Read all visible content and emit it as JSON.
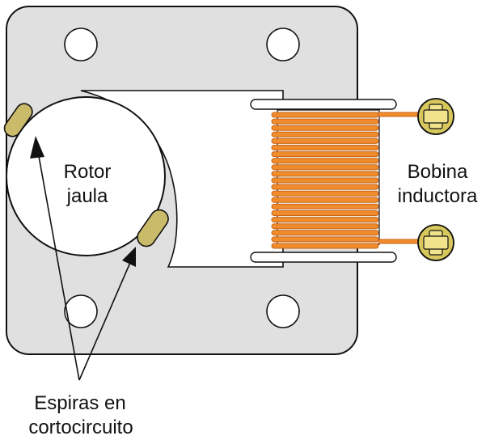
{
  "labels": {
    "rotor_line1": "Rotor",
    "rotor_line2": "jaula",
    "coil_line1": "Bobina",
    "coil_line2": "inductora",
    "shading_line1": "Espiras en",
    "shading_line2": "cortocircuito"
  },
  "colors": {
    "plate_fill": "#e0e0e0",
    "outline": "#111111",
    "copper": "#f08c2c",
    "copper_dark": "#c8661a",
    "shading_ring": "#c9bb6a",
    "terminal": "#d8c75c"
  }
}
